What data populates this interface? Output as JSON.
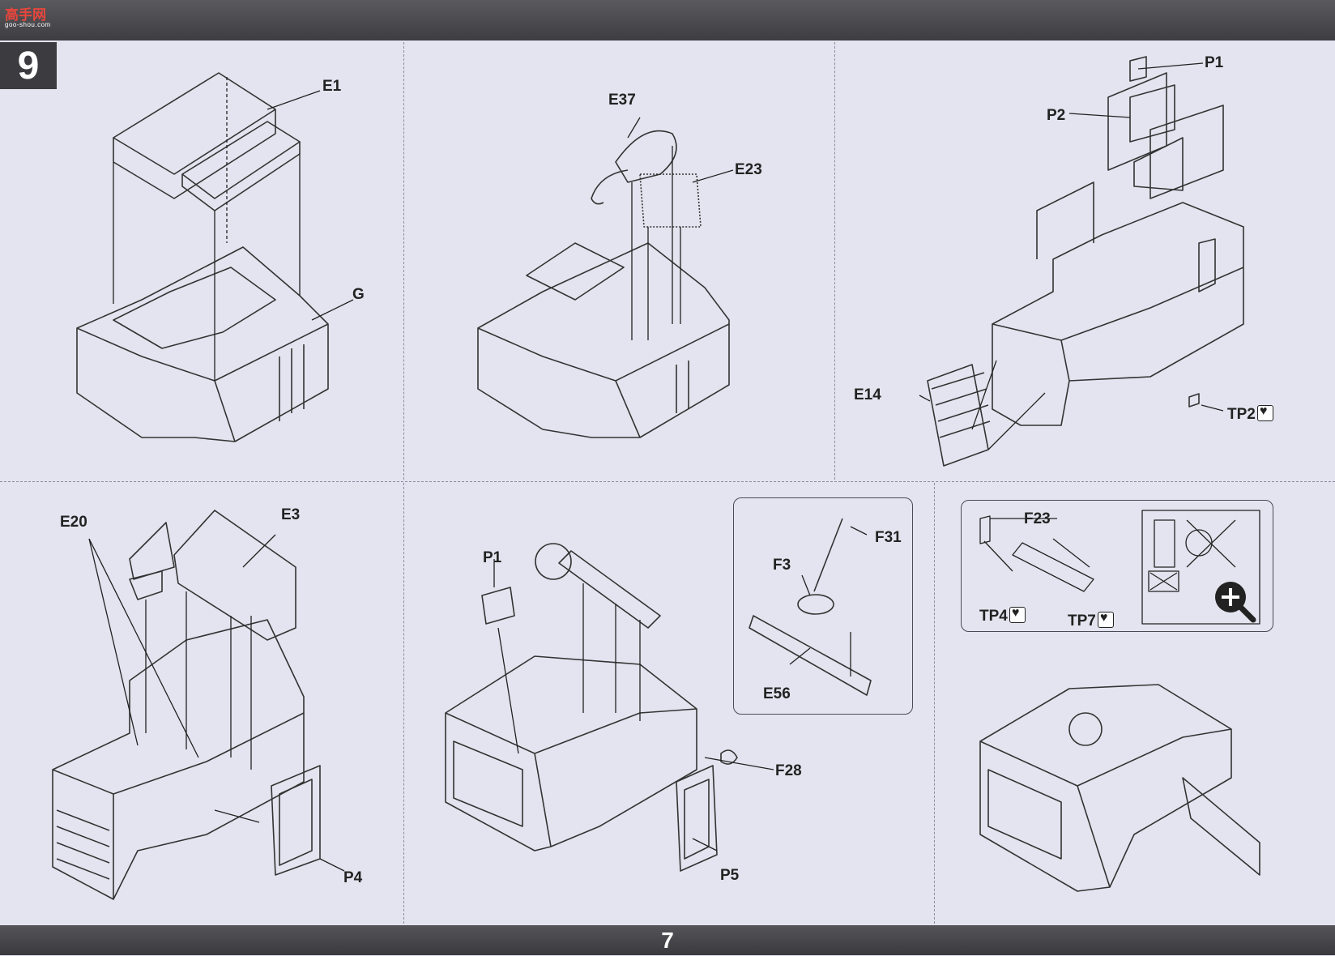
{
  "header": {
    "watermark_text": "高手网",
    "watermark_url": "goo-shou.com"
  },
  "step": {
    "number": "9"
  },
  "footer": {
    "page_number": "7"
  },
  "labels": {
    "e1": "E1",
    "g": "G",
    "e37": "E37",
    "e23": "E23",
    "p1_top": "P1",
    "p2": "P2",
    "e14": "E14",
    "tp2": "TP2",
    "e20": "E20",
    "e3": "E3",
    "p4": "P4",
    "p1_bottom": "P1",
    "f28": "F28",
    "p5": "P5",
    "f31": "F31",
    "f3": "F3",
    "e56": "E56",
    "f23": "F23",
    "tp4": "TP4",
    "tp7": "TP7"
  },
  "icons": {
    "caution": "glue-caution-icon",
    "zoom": "magnify-plus-icon"
  },
  "colors": {
    "paper": "#e4e4f0",
    "bar": "#3e3e42",
    "line": "#333333"
  }
}
